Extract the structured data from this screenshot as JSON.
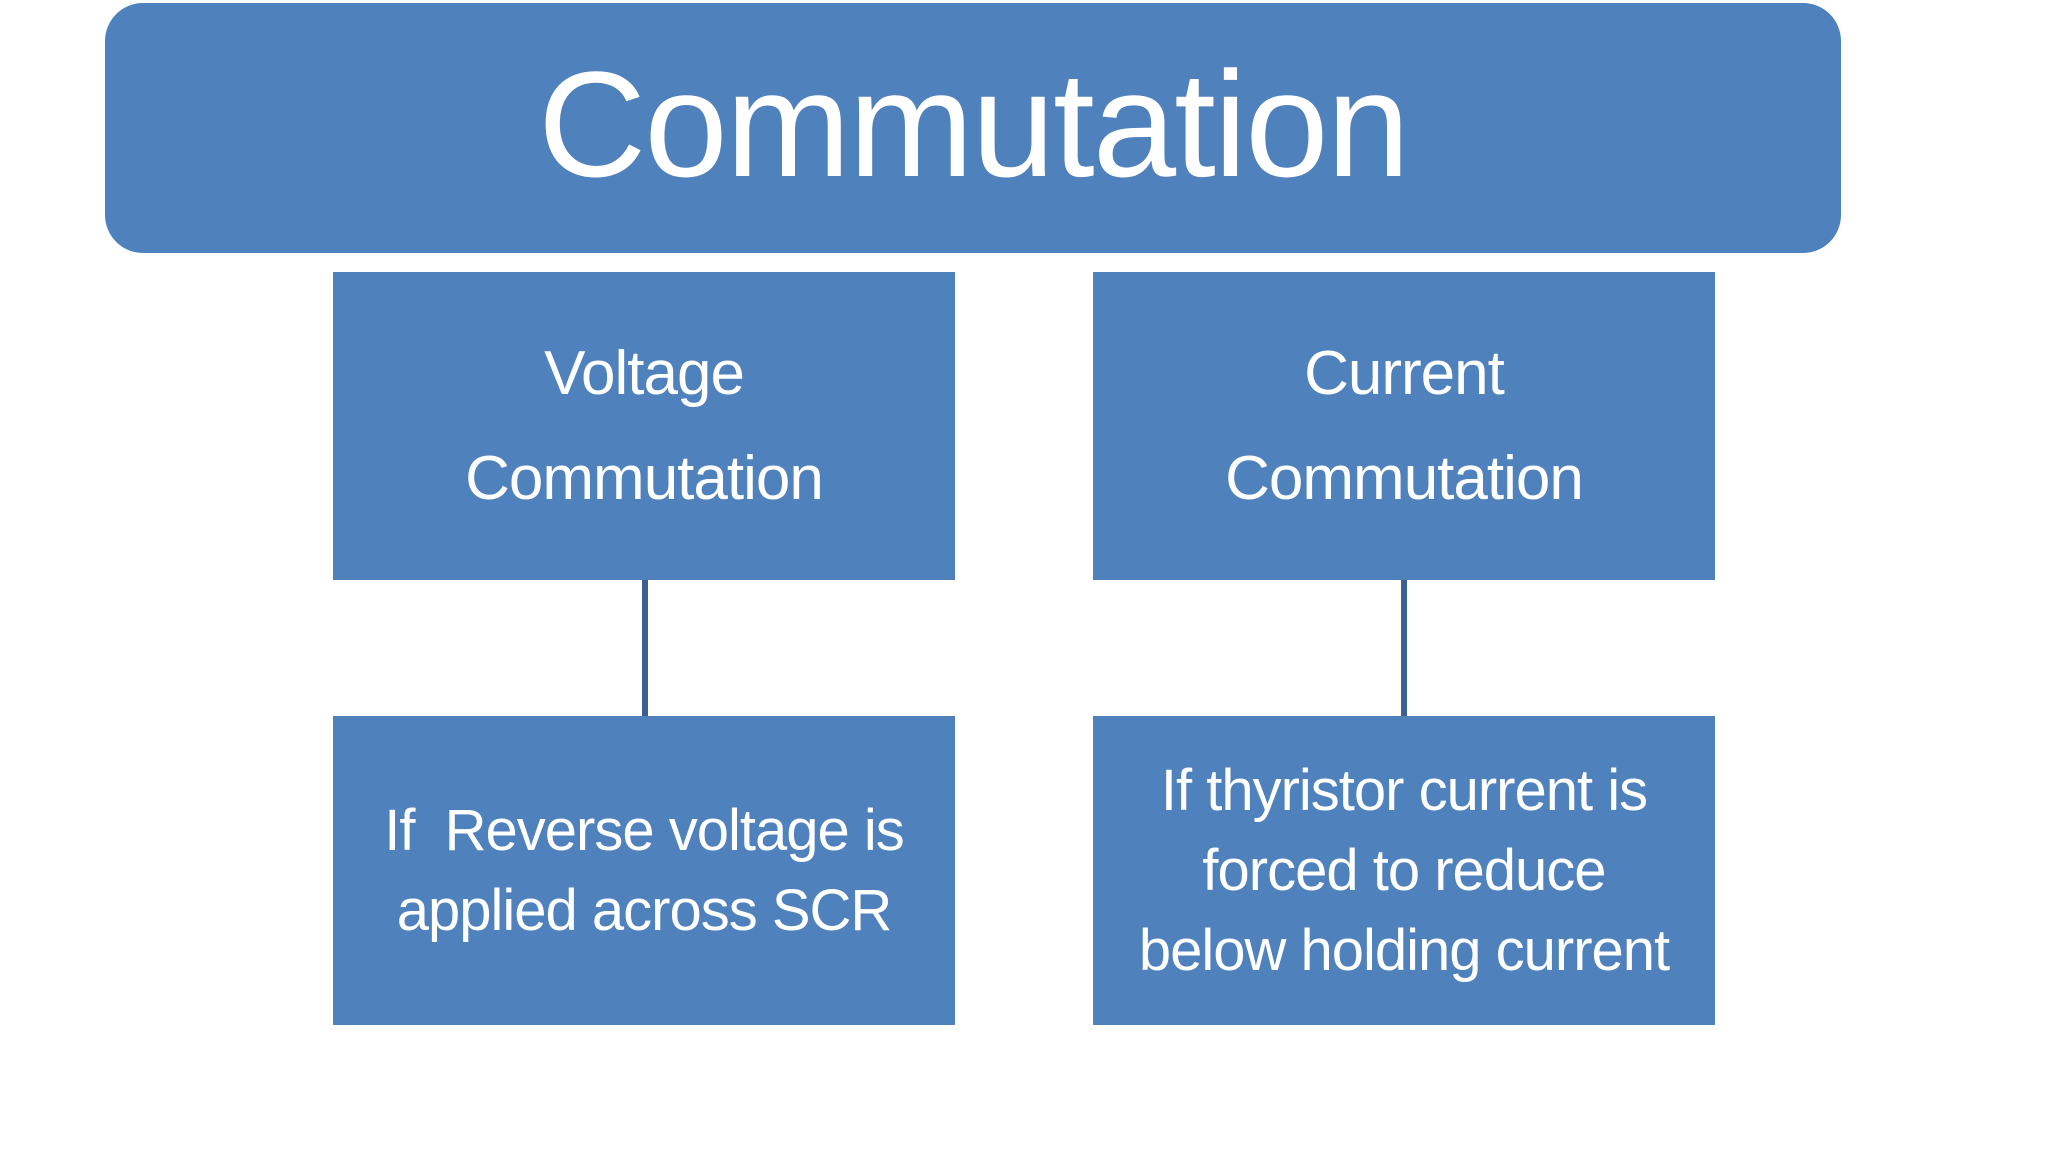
{
  "title": {
    "text": "Commutation"
  },
  "columns": [
    {
      "header": {
        "line1": "Voltage",
        "line2": "Commutation"
      },
      "detail": {
        "line1": "If  Reverse voltage is",
        "line2": "applied across SCR"
      }
    },
    {
      "header": {
        "line1": "Current",
        "line2": "Commutation"
      },
      "detail": {
        "line1": "If thyristor current is",
        "line2": "forced to reduce",
        "line3": "below holding current"
      }
    }
  ],
  "colors": {
    "box_fill": "#4F81BD",
    "connector": "#3A6094",
    "text": "#FFFFFF",
    "background": "#FFFFFF"
  }
}
